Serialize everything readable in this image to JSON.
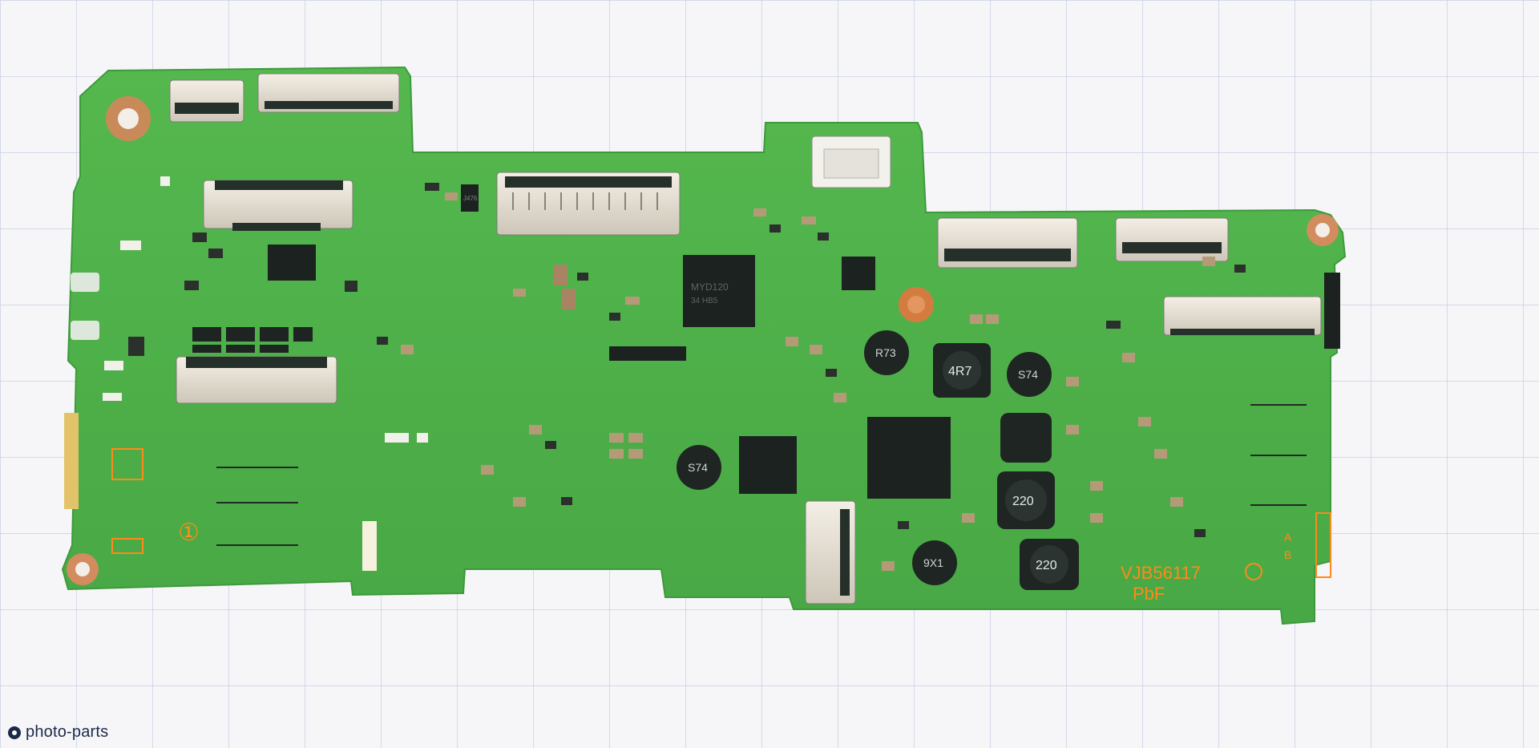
{
  "image": {
    "subject": "Camera main PCB",
    "background_grid_color": "#c9cfe4",
    "board_color": "#4fb24a",
    "silk_color": "#ff8a1a"
  },
  "labels": {
    "board_code": "VJB56117",
    "pbf": "PbF",
    "circle_one": "①",
    "ab_a": "A",
    "ab_b": "B",
    "ic_main": "MYD120",
    "ic_main_line2": "34  HB5",
    "inductor_r73": "R73",
    "inductor_4r7": "4R7",
    "inductor_s74_top": "S74",
    "inductor_s74_left": "S74",
    "inductor_220_a": "220",
    "inductor_220_b": "220",
    "inductor_9x1": "9X1",
    "small_chip": "J476"
  },
  "watermark": {
    "text": "photo-parts",
    "icon": "camera-lens-icon"
  }
}
